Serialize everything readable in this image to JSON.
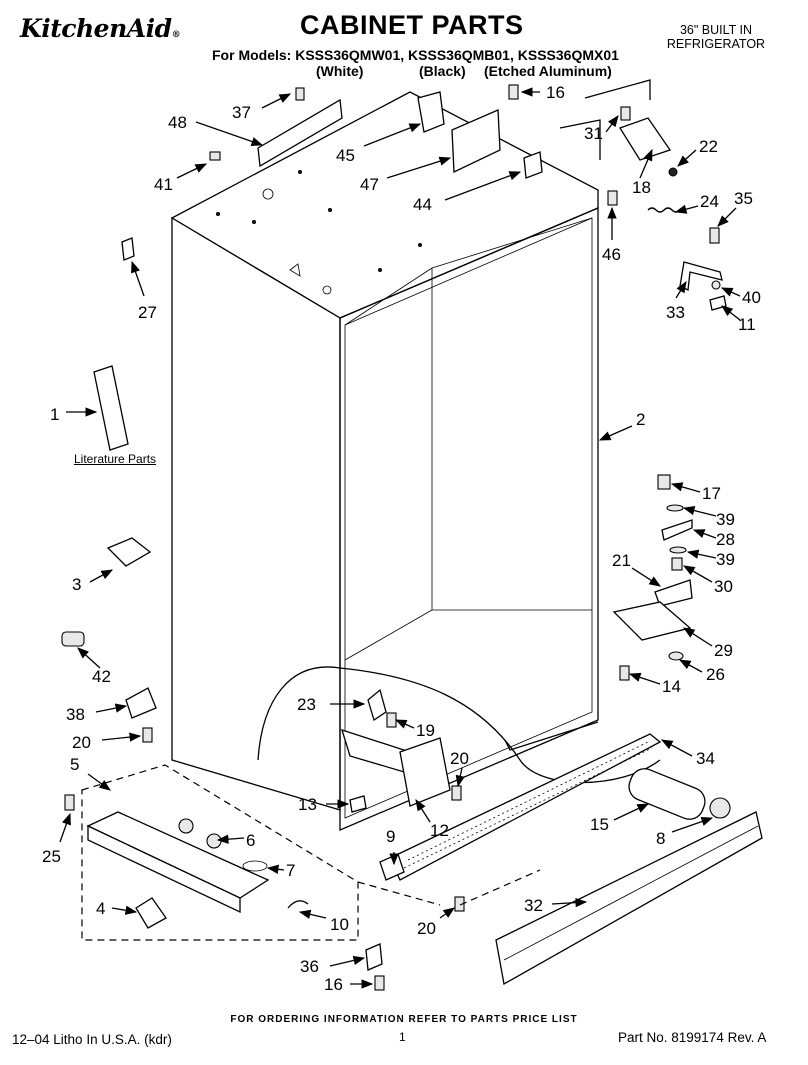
{
  "header": {
    "brand": "KitchenAid",
    "brand_mark": "®",
    "title": "CABINET PARTS",
    "models_line": "For Models: KSSS36QMW01, KSSS36QMB01, KSSS36QMX01",
    "variants": [
      "(White)",
      "(Black)",
      "(Etched Aluminum)"
    ],
    "product_type_line1": "36\" BUILT IN",
    "product_type_line2": "REFRIGERATOR"
  },
  "diagram": {
    "literature_label": "Literature Parts",
    "callouts": [
      {
        "id": "48",
        "label": "48"
      },
      {
        "id": "37",
        "label": "37"
      },
      {
        "id": "41",
        "label": "41"
      },
      {
        "id": "45",
        "label": "45"
      },
      {
        "id": "47",
        "label": "47"
      },
      {
        "id": "44",
        "label": "44"
      },
      {
        "id": "16a",
        "label": "16"
      },
      {
        "id": "31",
        "label": "31"
      },
      {
        "id": "22",
        "label": "22"
      },
      {
        "id": "18",
        "label": "18"
      },
      {
        "id": "46",
        "label": "46"
      },
      {
        "id": "24",
        "label": "24"
      },
      {
        "id": "35",
        "label": "35"
      },
      {
        "id": "33",
        "label": "33"
      },
      {
        "id": "40",
        "label": "40"
      },
      {
        "id": "11",
        "label": "11"
      },
      {
        "id": "27",
        "label": "27"
      },
      {
        "id": "1",
        "label": "1"
      },
      {
        "id": "2",
        "label": "2"
      },
      {
        "id": "17",
        "label": "17"
      },
      {
        "id": "39a",
        "label": "39"
      },
      {
        "id": "28",
        "label": "28"
      },
      {
        "id": "39b",
        "label": "39"
      },
      {
        "id": "30",
        "label": "30"
      },
      {
        "id": "21",
        "label": "21"
      },
      {
        "id": "29",
        "label": "29"
      },
      {
        "id": "26",
        "label": "26"
      },
      {
        "id": "14",
        "label": "14"
      },
      {
        "id": "3",
        "label": "3"
      },
      {
        "id": "42",
        "label": "42"
      },
      {
        "id": "23",
        "label": "23"
      },
      {
        "id": "19",
        "label": "19"
      },
      {
        "id": "38",
        "label": "38"
      },
      {
        "id": "20a",
        "label": "20"
      },
      {
        "id": "20b",
        "label": "20"
      },
      {
        "id": "34",
        "label": "34"
      },
      {
        "id": "5",
        "label": "5"
      },
      {
        "id": "13",
        "label": "13"
      },
      {
        "id": "6",
        "label": "6"
      },
      {
        "id": "12",
        "label": "12"
      },
      {
        "id": "15",
        "label": "15"
      },
      {
        "id": "25",
        "label": "25"
      },
      {
        "id": "9",
        "label": "9"
      },
      {
        "id": "8",
        "label": "8"
      },
      {
        "id": "7",
        "label": "7"
      },
      {
        "id": "4",
        "label": "4"
      },
      {
        "id": "32",
        "label": "32"
      },
      {
        "id": "10",
        "label": "10"
      },
      {
        "id": "20c",
        "label": "20"
      },
      {
        "id": "36",
        "label": "36"
      },
      {
        "id": "16b",
        "label": "16"
      }
    ]
  },
  "footer": {
    "ordering_note": "FOR ORDERING INFORMATION REFER TO PARTS PRICE LIST",
    "print_info": "12–04 Litho In U.S.A. (kdr)",
    "page_number": "1",
    "part_number": "Part No. 8199174 Rev. A"
  }
}
